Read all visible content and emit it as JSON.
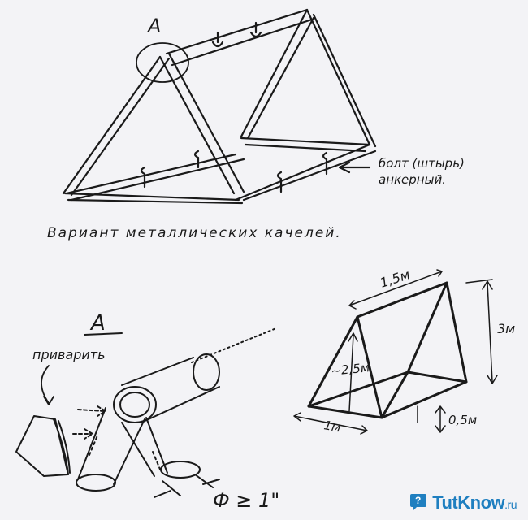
{
  "labels": {
    "detail_marker_top": "A",
    "anchor_bolt_line1": "болт (штырь)",
    "anchor_bolt_line2": "анкерный.",
    "caption": "Вариант металлических качелей.",
    "detail_title": "A",
    "weld_label": "приварить",
    "diameter_label": "Ф ≥ 1\"",
    "dim_top_width": "1,5м",
    "dim_height": "3м",
    "dim_side": "~2,5м",
    "dim_base": "1м",
    "dim_anchor": "0,5м"
  },
  "watermark": {
    "brand_a": "Tut",
    "brand_b": "Know",
    "brand_tld": ".ru",
    "accent_color": "#1f7fc0"
  }
}
